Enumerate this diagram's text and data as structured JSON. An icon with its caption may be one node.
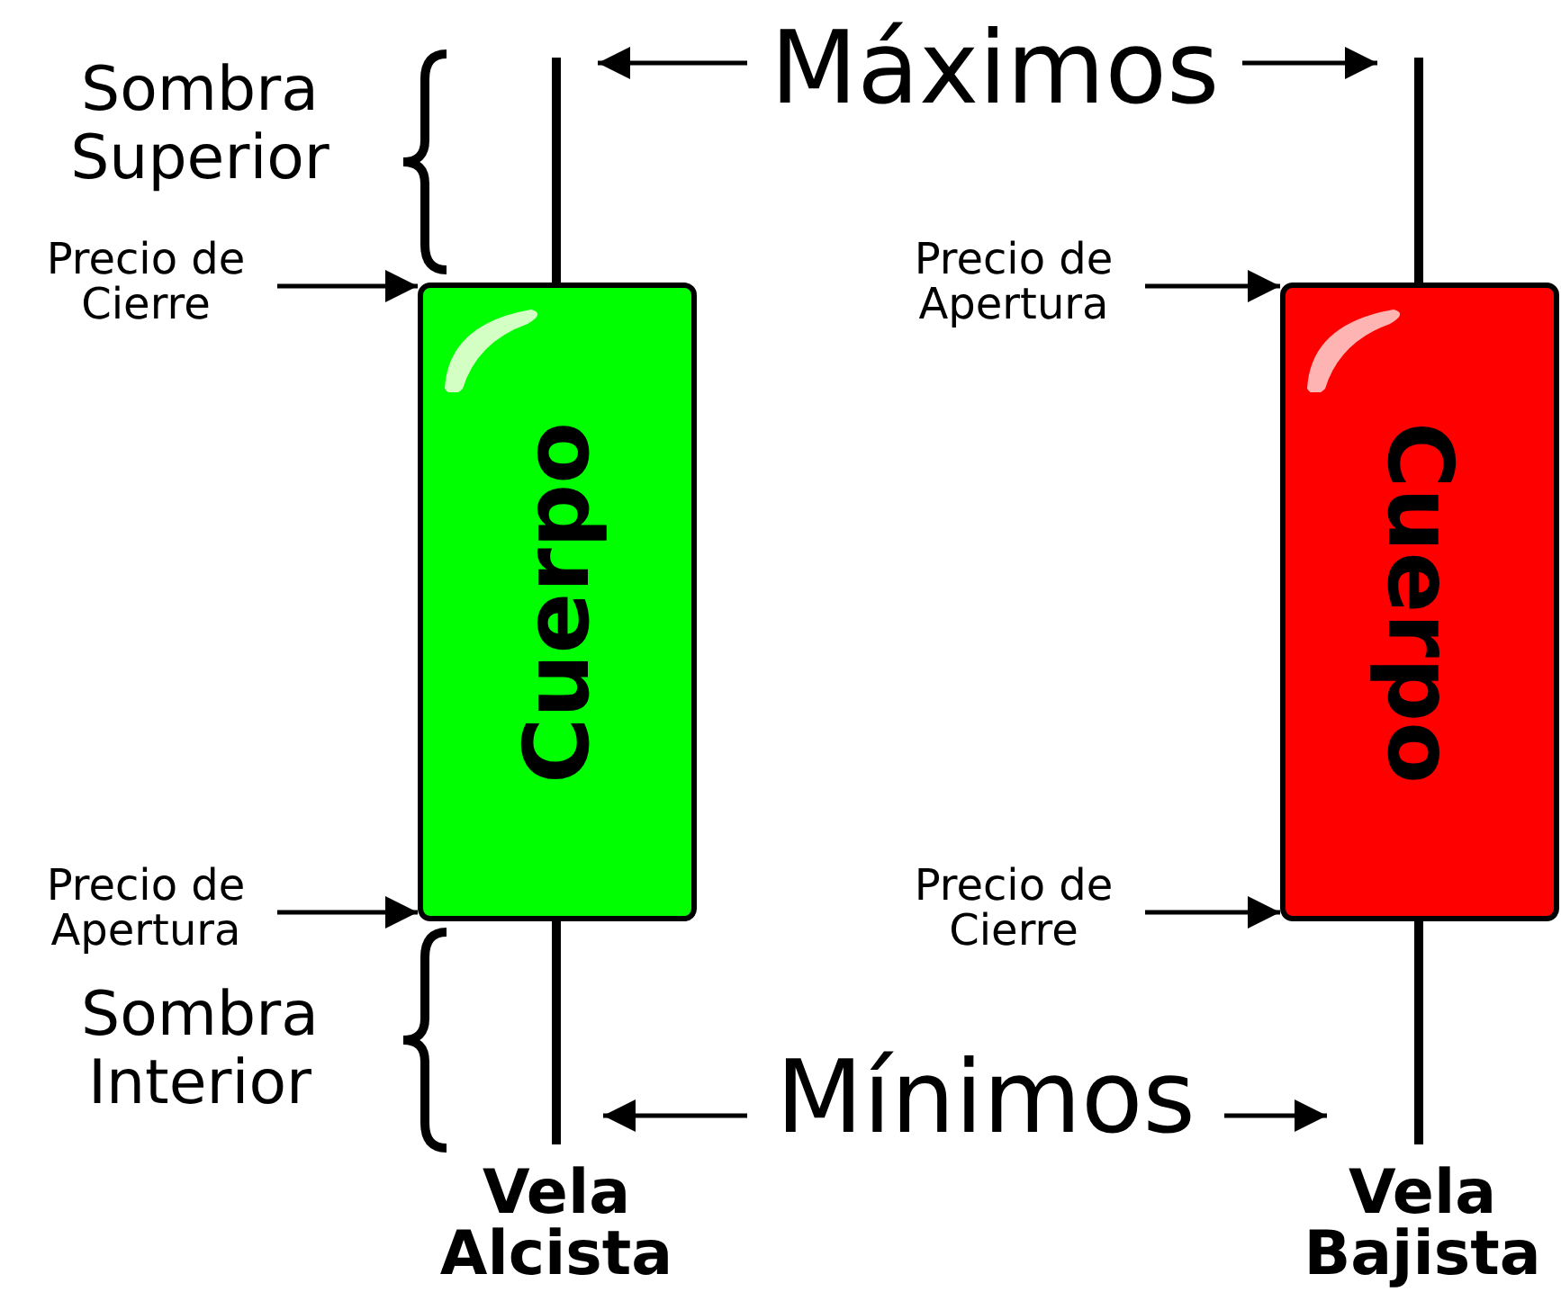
{
  "diagram": {
    "nodes": [
      {
        "text": [
          "Máximos"
        ]
      },
      {
        "text": [
          "Precio de Cierre"
        ]
      },
      {
        "text": [
          "Precio de Apertura"
        ]
      },
      {
        "text": [
          "Cuerpo"
        ]
      },
      {
        "text": [
          "Cuerpo"
        ]
      },
      {
        "text": [
          "Precio de Apertura"
        ]
      },
      {
        "text": [
          "Precio de Cierre"
        ]
      },
      {
        "text": [
          "Mínimos"
        ]
      }
    ],
    "edges": [
      {
        "from": 0,
        "to": null,
        "arrow": "to"
      },
      {
        "from": 0,
        "to": null,
        "arrow": "to"
      },
      {
        "from": 1,
        "to": 3,
        "arrow": "to"
      },
      {
        "from": 2,
        "to": 4,
        "arrow": "to"
      },
      {
        "from": 5,
        "to": 3,
        "arrow": "to"
      },
      {
        "from": 6,
        "to": 4,
        "arrow": "to"
      },
      {
        "from": 7,
        "to": null,
        "arrow": "to"
      },
      {
        "from": 7,
        "to": null,
        "arrow": "to"
      }
    ],
    "labels": [
      "Sombra Superior",
      "Sombra Interior",
      "Vela Alcista",
      "Vela Bajista"
    ]
  }
}
